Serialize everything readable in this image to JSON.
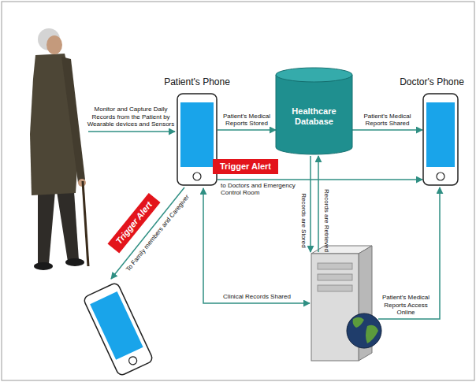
{
  "diagram": {
    "nodes": [
      {
        "text": [
          "Patient's Phone"
        ]
      },
      {
        "text": [
          "Healthcare Database"
        ]
      },
      {
        "text": [
          "Doctor's Phone"
        ]
      },
      {
        "text": [
          "Trigger Alert"
        ]
      },
      {
        "text": [
          "Trigger Alert"
        ]
      }
    ],
    "edges": [
      {
        "from": 0,
        "to": 1,
        "label": "Patient's Medical Reports Stored",
        "arrow": "to"
      },
      {
        "from": 1,
        "to": 2,
        "label": "Patient's Medical Reports Shared",
        "arrow": "to"
      },
      {
        "from": 0,
        "to": 2,
        "label": "to Doctors and Emergency Control Room",
        "arrow": "to"
      }
    ],
    "labels": [
      "Monitor and Capture Daily Records from the Patient by Wearable devices and Sensors",
      "To Family members and Caregiver",
      "Records are Stored",
      "Records are Retrieved",
      "Clinical Records Shared",
      "Patient's Medical Reports Access Online"
    ]
  }
}
